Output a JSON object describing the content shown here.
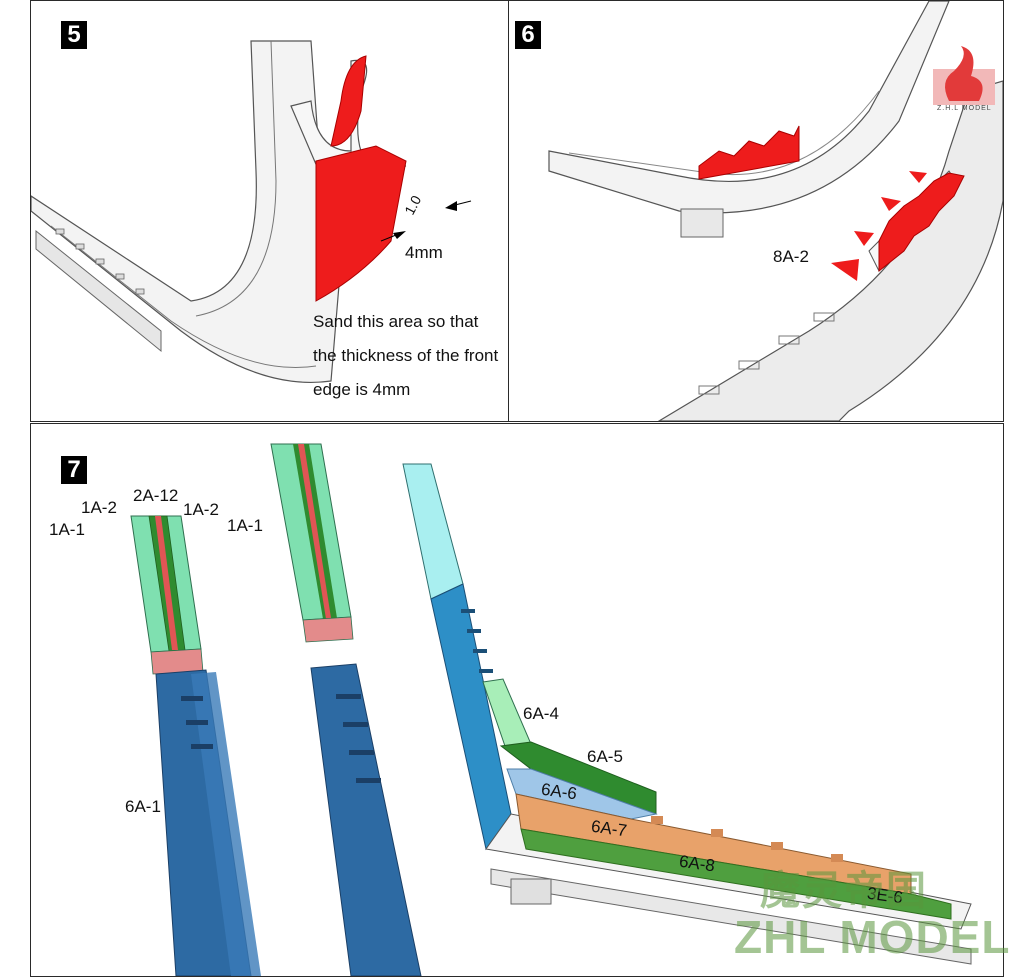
{
  "panels": {
    "step5": {
      "number": "5",
      "dimension_small": "1.0",
      "dimension_label": "4mm",
      "note_lines": [
        "Sand this area so that",
        "the thickness of the front",
        "edge is 4mm"
      ]
    },
    "step6": {
      "number": "6",
      "part_label": "8A-2"
    },
    "step7": {
      "number": "7",
      "labels": {
        "a": "1A-1",
        "b": "1A-2",
        "c": "2A-12",
        "d": "1A-2",
        "e": "1A-1",
        "f": "6A-1",
        "g": "6A-4",
        "h": "6A-5",
        "i": "6A-6",
        "j": "6A-7",
        "k": "6A-8",
        "l": "3E-6"
      }
    }
  },
  "brand": {
    "logo_caption": "Z.H.L MODEL",
    "watermark_cn": "魔灵帝国",
    "watermark_en": "ZHL MODEL"
  },
  "colors": {
    "highlight_red": "#ee1c1c",
    "blue": "#2d6aa3",
    "light_green": "#7fe0b0",
    "dark_green": "#2f8b2f",
    "light_blue": "#9fc6e8",
    "orange": "#e8a26a"
  }
}
